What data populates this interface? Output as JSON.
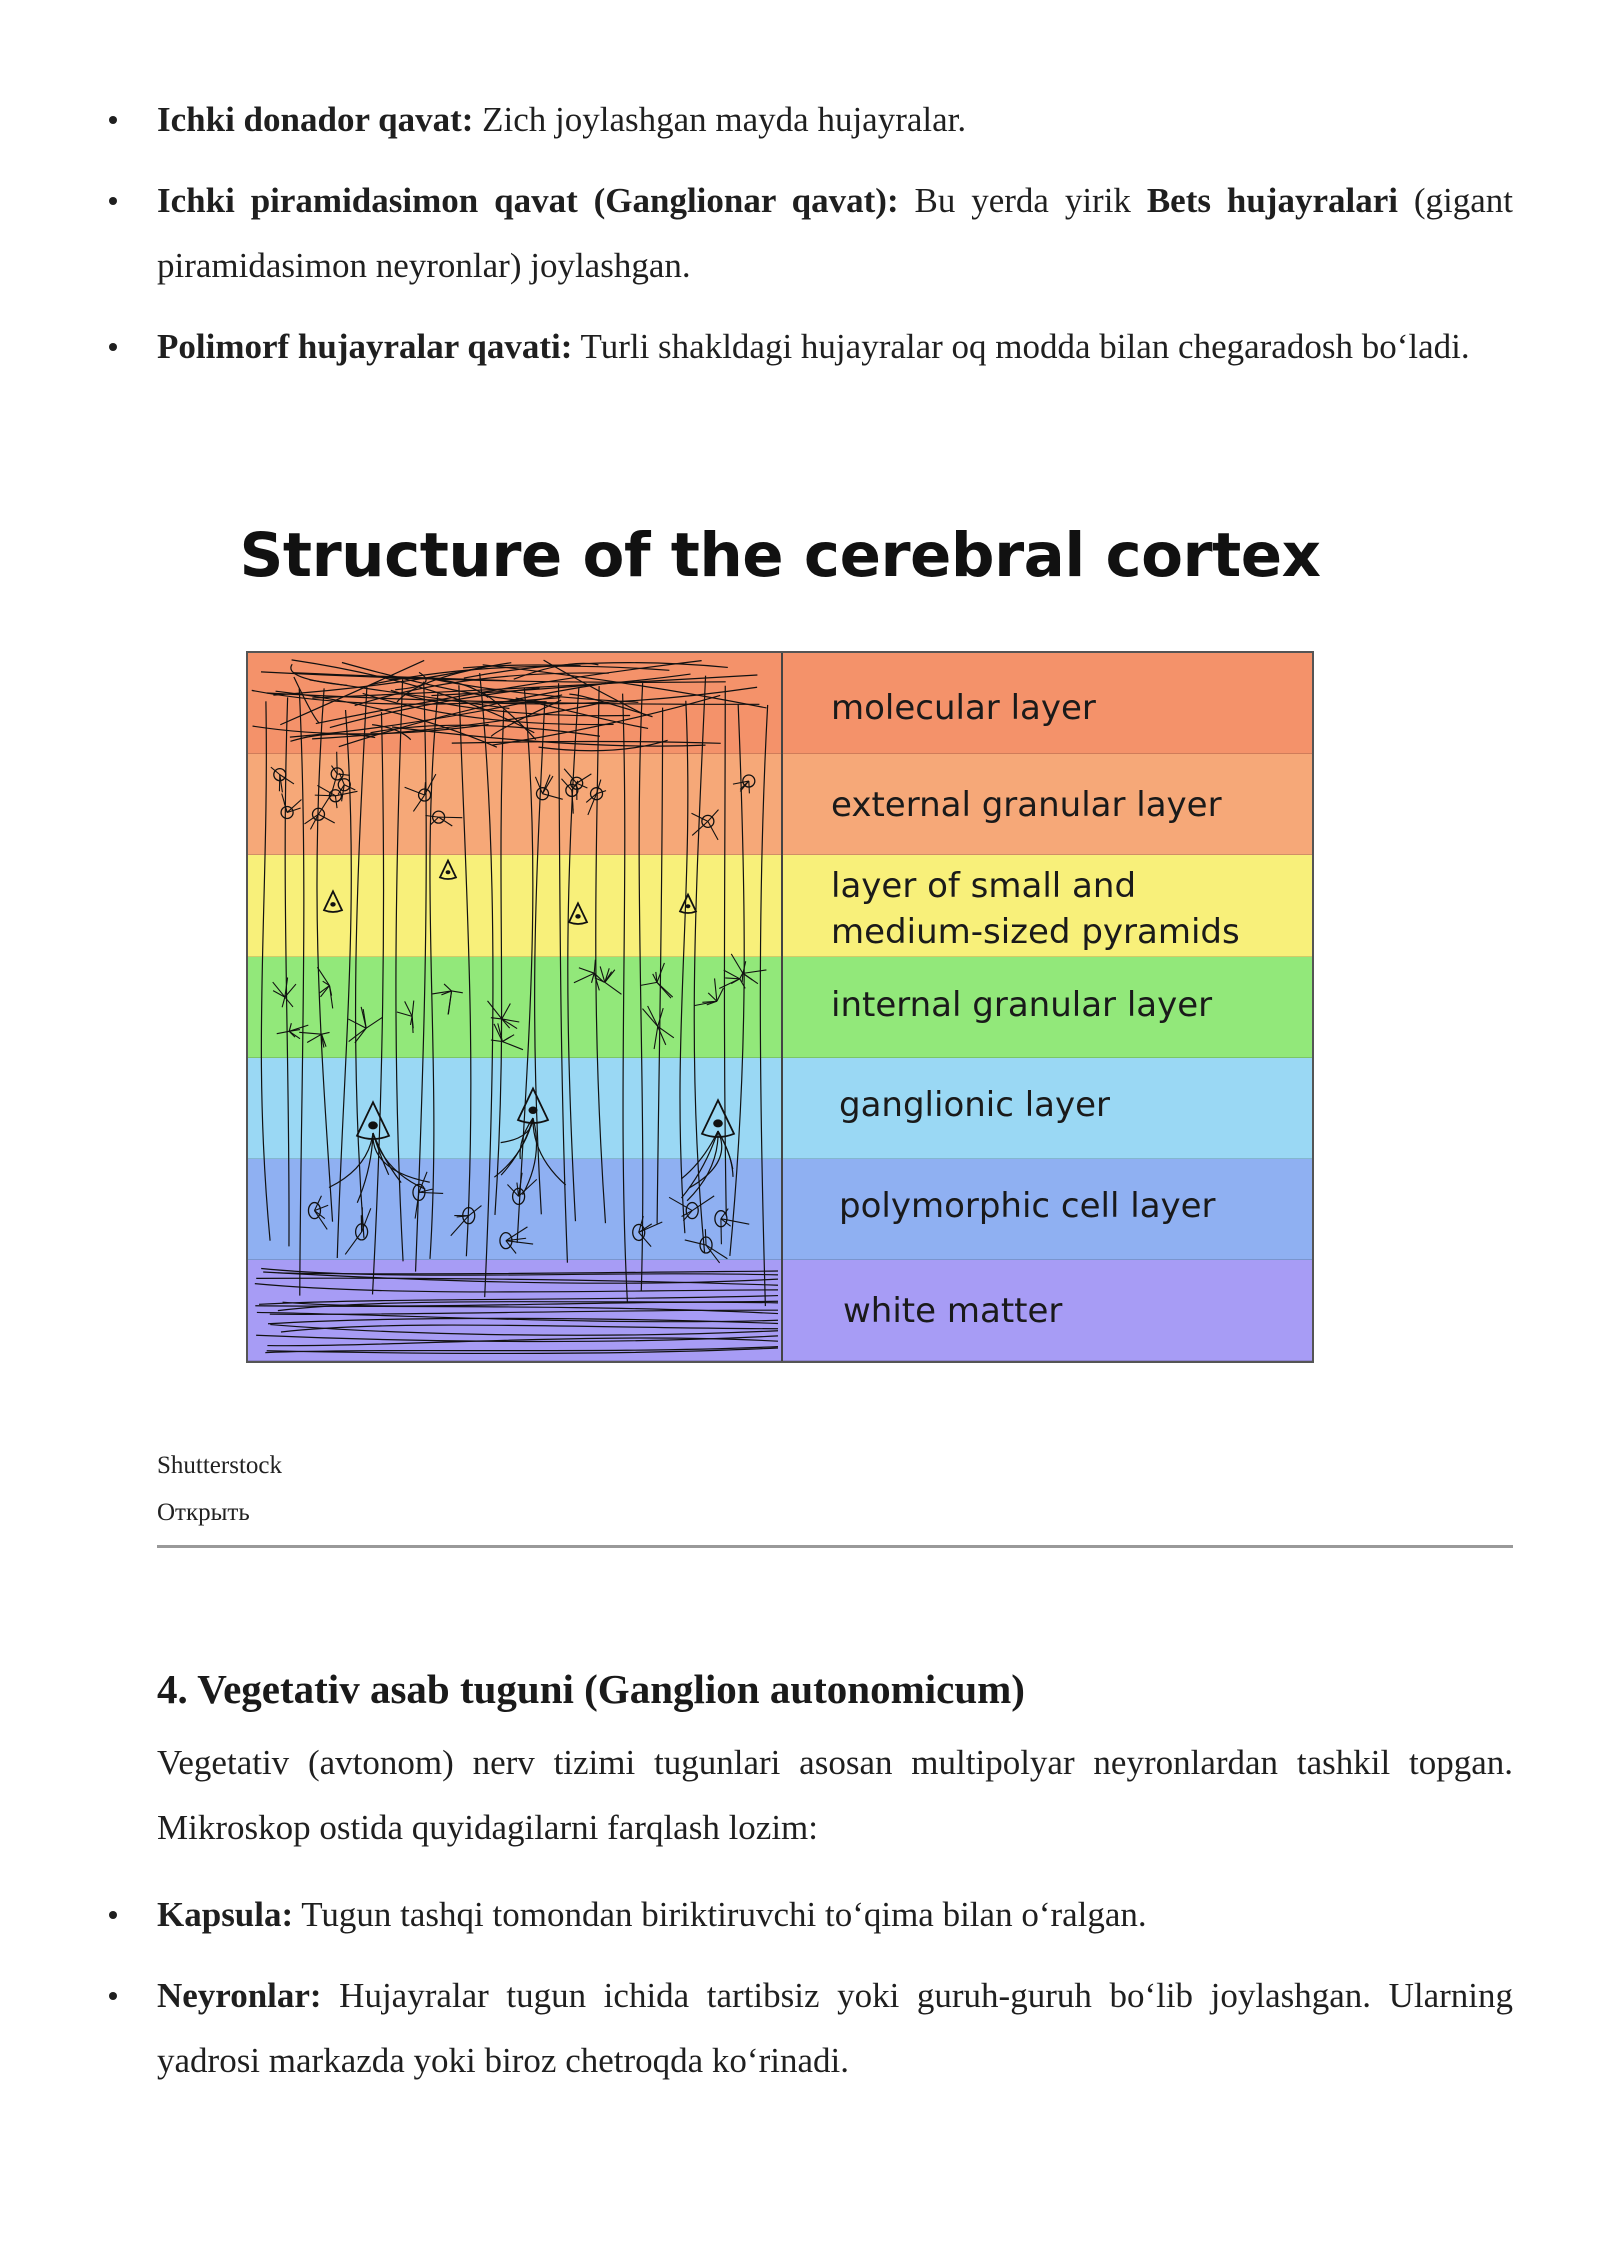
{
  "top_bullets": [
    {
      "term": "Ichki donador qavat:",
      "text": " Zich joylashgan mayda hujayralar."
    },
    {
      "term": "Ichki piramidasimon qavat (Ganglionar qavat):",
      "text": " Bu yerda yirik ",
      "term2": "Bets hujayralari",
      "text2": " (gigant piramidasimon neyronlar) joylashgan."
    },
    {
      "term": "Polimorf hujayralar qavati:",
      "text": " Turli shakldagi hujayralar oq modda bilan chegaradosh bo‘ladi."
    }
  ],
  "figure": {
    "title": "Structure of the cerebral cortex",
    "layers": [
      {
        "label": "molecular layer",
        "color": "#f4926a"
      },
      {
        "label": "external granular layer",
        "color": "#f6a878"
      },
      {
        "label": "layer of small and",
        "label2": "medium-sized pyramids",
        "color": "#f8f07a"
      },
      {
        "label": "internal granular layer",
        "color": "#92e87a"
      },
      {
        "label": "ganglionic layer",
        "color": "#9ad8f4"
      },
      {
        "label": "polymorphic cell layer",
        "color": "#8fb0f2"
      },
      {
        "label": "white matter",
        "color": "#a79cf5"
      }
    ]
  },
  "credit": {
    "source": "Shutterstock",
    "open": "Открыть"
  },
  "section": {
    "heading": "4. Vegetativ asab tuguni (Ganglion autonomicum)",
    "paragraph": "Vegetativ (avtonom) nerv tizimi tugunlari asosan multipolyar neyronlardan tashkil topgan. Mikroskop ostida quyidagilarni farqlash lozim:"
  },
  "bottom_bullets": [
    {
      "term": "Kapsula:",
      "text": " Tugun tashqi tomondan biriktiruvchi to‘qima bilan o‘ralgan."
    },
    {
      "term": "Neyronlar:",
      "text": " Hujayralar tugun ichida tartibsiz yoki guruh-guruh bo‘lib joylashgan. Ularning yadrosi markazda yoki biroz chetroqda ko‘rinadi."
    }
  ]
}
